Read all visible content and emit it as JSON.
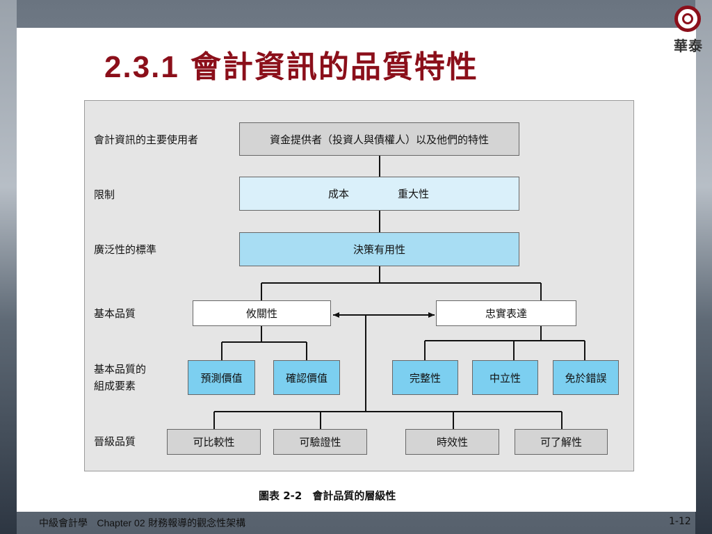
{
  "slide": {
    "title_number": "2.3.1",
    "title_text": "會計資訊的品質特性",
    "logo_text": "華泰",
    "caption": "圖表 2-2　會計品質的層級性",
    "footer_course": "中級會計學",
    "footer_chapter": "Chapter  02",
    "footer_chapter_title": "財務報導的觀念性架構",
    "page_number": "1-12"
  },
  "diagram": {
    "row_labels": {
      "users": "會計資訊的主要使用者",
      "constraints": "限制",
      "pervasive": "廣泛性的標準",
      "fundamental": "基本品質",
      "components_line1": "基本品質的",
      "components_line2": "組成要素",
      "enhancing": "晉級品質"
    },
    "boxes": {
      "users": "資金提供者（投資人與債權人）以及他們的特性",
      "cost": "成本",
      "materiality": "重大性",
      "usefulness": "決策有用性",
      "relevance": "攸關性",
      "faithful": "忠實表達",
      "predictive": "預測價值",
      "confirmatory": "確認價值",
      "complete": "完整性",
      "neutral": "中立性",
      "free_error": "免於錯誤",
      "comparability": "可比較性",
      "verifiability": "可驗證性",
      "timeliness": "時效性",
      "understandability": "可了解性"
    },
    "colors": {
      "gray_box": "#d4d4d4",
      "pale_blue_box": "#daf0fa",
      "light_blue_box": "#a8ddf3",
      "blue_box": "#7ccff0",
      "title": "#8b0f1a"
    }
  }
}
